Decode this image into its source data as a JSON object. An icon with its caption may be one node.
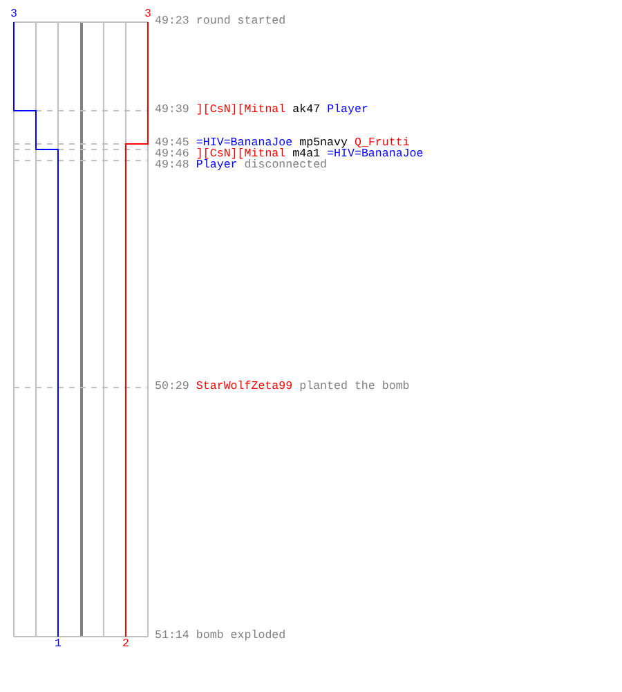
{
  "diagram": {
    "labels": [
      "3",
      "3",
      "49:23",
      "round started",
      "49:39",
      "][CsN][Mitnal",
      "ak47",
      "Player",
      "49:45",
      "=HIV=BananaJoe",
      "mp5navy",
      "Q_Frutti",
      "49:46",
      "][CsN][Mitnal",
      "m4a1",
      "=HIV=BananaJoe",
      "49:48",
      "Player",
      "disconnected",
      "50:29",
      "StarWolfZeta99",
      "planted the bomb",
      "51:14",
      "bomb exploded",
      "1",
      "2"
    ]
  }
}
